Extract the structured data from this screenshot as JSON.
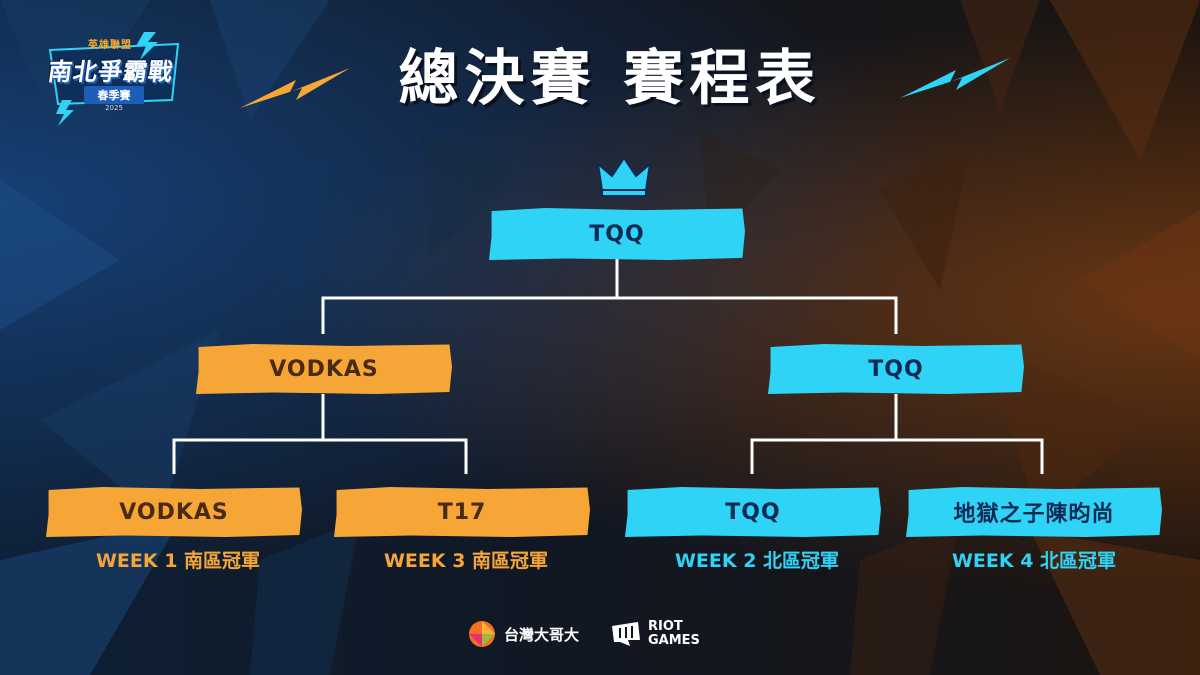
{
  "logo": {
    "top_text": "英雄聯盟",
    "main_text": "南北爭霸戰",
    "sub_text": "春季賽",
    "year": "2025"
  },
  "title": "總決賽 賽程表",
  "colors": {
    "south_orange": "#f6a637",
    "north_blue": "#2fd3f5"
  },
  "bracket": {
    "champion": {
      "team": "TQQ",
      "icon": "crown-icon"
    },
    "semifinals": [
      {
        "team": "VODKAS",
        "side": "south"
      },
      {
        "team": "TQQ",
        "side": "north"
      }
    ],
    "qualifiers": [
      {
        "team": "VODKAS",
        "label": "WEEK 1 南區冠軍",
        "side": "south"
      },
      {
        "team": "T17",
        "label": "WEEK 3 南區冠軍",
        "side": "south"
      },
      {
        "team": "TQQ",
        "label": "WEEK 2 北區冠軍",
        "side": "north"
      },
      {
        "team": "地獄之子陳昀尚",
        "label": "WEEK 4 北區冠軍",
        "side": "north"
      }
    ]
  },
  "sponsors": {
    "twm": "台灣大哥大",
    "riot_line1": "RIOT",
    "riot_line2": "GAMES"
  }
}
